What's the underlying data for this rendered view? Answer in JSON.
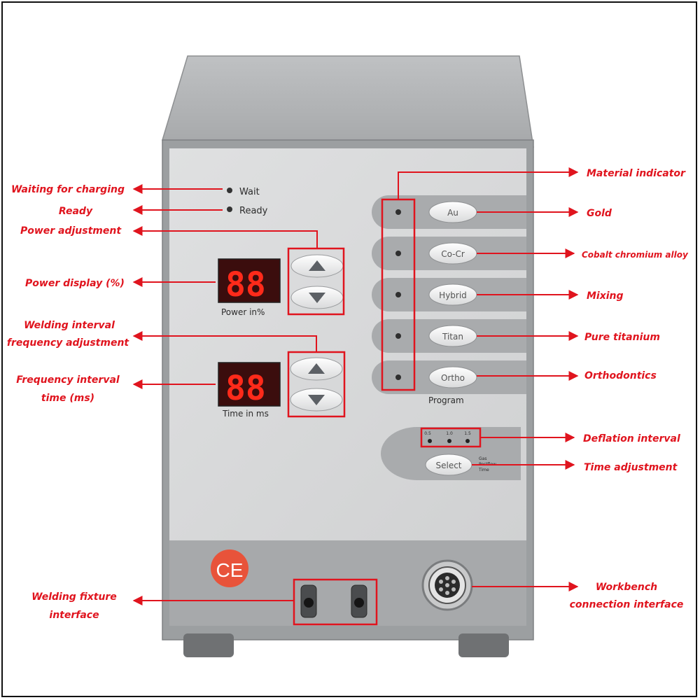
{
  "device": {
    "indicators": {
      "wait_label": "Wait",
      "ready_label": "Ready"
    },
    "power_display": {
      "digits": "88",
      "label": "Power  in%"
    },
    "time_display": {
      "digits": "88",
      "label": "Time  in  ms"
    },
    "program": {
      "buttons": [
        "Au",
        "Co-Cr",
        "Hybrid",
        "Titan",
        "Ortho"
      ],
      "label": "Program"
    },
    "gas": {
      "ticks": [
        "0.5",
        "1.0",
        "1.5"
      ],
      "select_label": "Select",
      "side_text": [
        "Gas",
        "Postflow",
        "Time"
      ]
    },
    "ce_mark": "CE"
  },
  "callouts": {
    "left": [
      {
        "id": "waiting",
        "lines": [
          "Waiting for charging"
        ]
      },
      {
        "id": "ready",
        "lines": [
          "Ready"
        ]
      },
      {
        "id": "power-adj",
        "lines": [
          "Power adjustment"
        ]
      },
      {
        "id": "power-disp",
        "lines": [
          "Power display (%)"
        ]
      },
      {
        "id": "freq-adj",
        "lines": [
          "Welding interval",
          "frequency adjustment"
        ]
      },
      {
        "id": "freq-time",
        "lines": [
          "Frequency interval",
          "time (ms)"
        ]
      },
      {
        "id": "fixture",
        "lines": [
          "Welding fixture",
          "interface"
        ]
      }
    ],
    "right": [
      {
        "id": "material",
        "lines": [
          "Material indicator"
        ]
      },
      {
        "id": "gold",
        "lines": [
          "Gold"
        ]
      },
      {
        "id": "cocr",
        "lines": [
          "Cobalt chromium alloy"
        ]
      },
      {
        "id": "mixing",
        "lines": [
          "Mixing"
        ]
      },
      {
        "id": "titanium",
        "lines": [
          "Pure titanium"
        ]
      },
      {
        "id": "ortho",
        "lines": [
          "Orthodontics"
        ]
      },
      {
        "id": "deflation",
        "lines": [
          "Deflation interval"
        ]
      },
      {
        "id": "time-adj",
        "lines": [
          "Time adjustment"
        ]
      },
      {
        "id": "workbench",
        "lines": [
          "Workbench",
          "connection interface"
        ]
      }
    ]
  },
  "colors": {
    "callout_red": "#e0141e",
    "body_grey": "#a9acae",
    "panel_face": "#d8d9da",
    "display_red": "#ff2a1a"
  }
}
